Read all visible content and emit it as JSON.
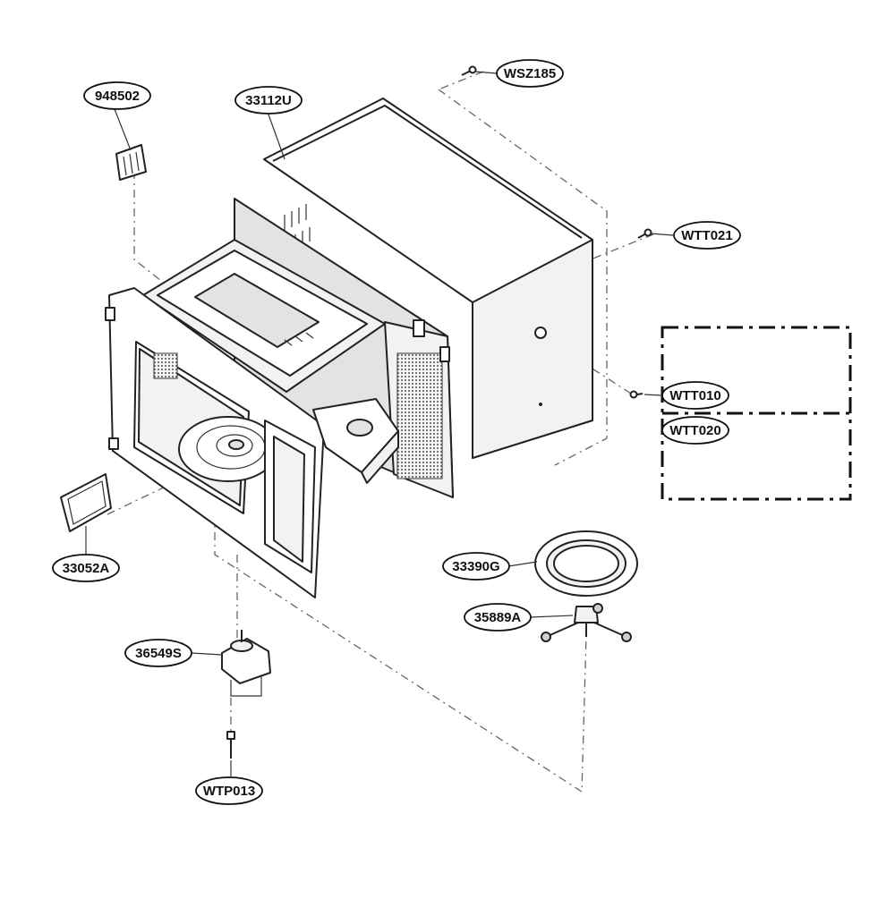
{
  "diagram": {
    "parts": [
      {
        "id": "948502"
      },
      {
        "id": "33112U"
      },
      {
        "id": "WSZ185"
      },
      {
        "id": "WTT021"
      },
      {
        "id": "WTT010"
      },
      {
        "id": "WTT020"
      },
      {
        "id": "33052A"
      },
      {
        "id": "33390G"
      },
      {
        "id": "35889A"
      },
      {
        "id": "36549S"
      },
      {
        "id": "WTP013"
      }
    ],
    "colors": {
      "line": "#222222",
      "dash": "#666666",
      "fill": "#f2f2f2"
    }
  }
}
